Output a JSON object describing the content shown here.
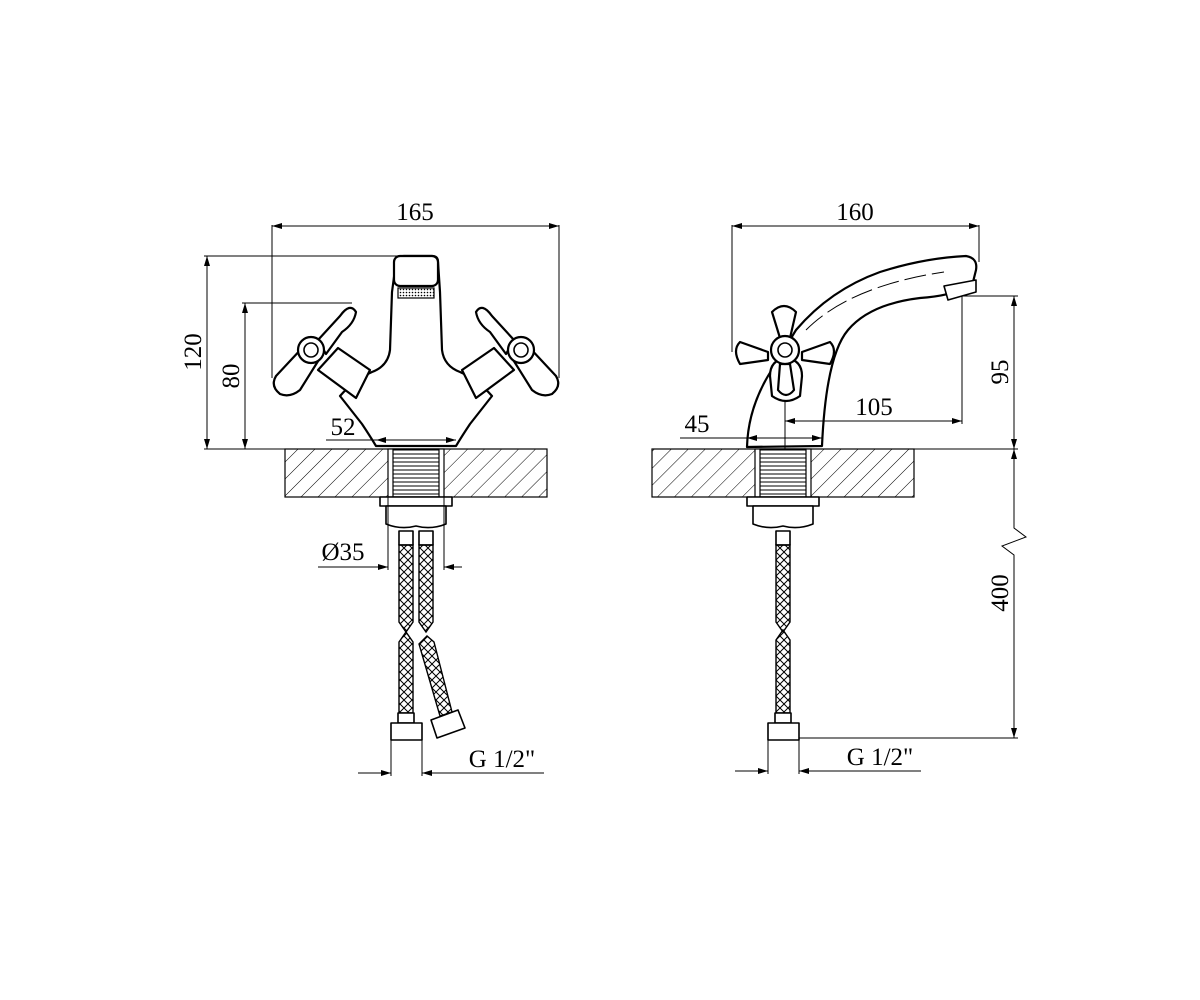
{
  "front_view": {
    "width_label": "165",
    "height_label": "120",
    "handle_height_label": "80",
    "base_label": "52",
    "hole_diameter_label": "Ø35",
    "connection_label": "G 1/2\""
  },
  "side_view": {
    "depth_label": "160",
    "spout_height_label": "95",
    "reach_label": "105",
    "base_label": "45",
    "hose_length_label": "400",
    "connection_label": "G 1/2\""
  }
}
